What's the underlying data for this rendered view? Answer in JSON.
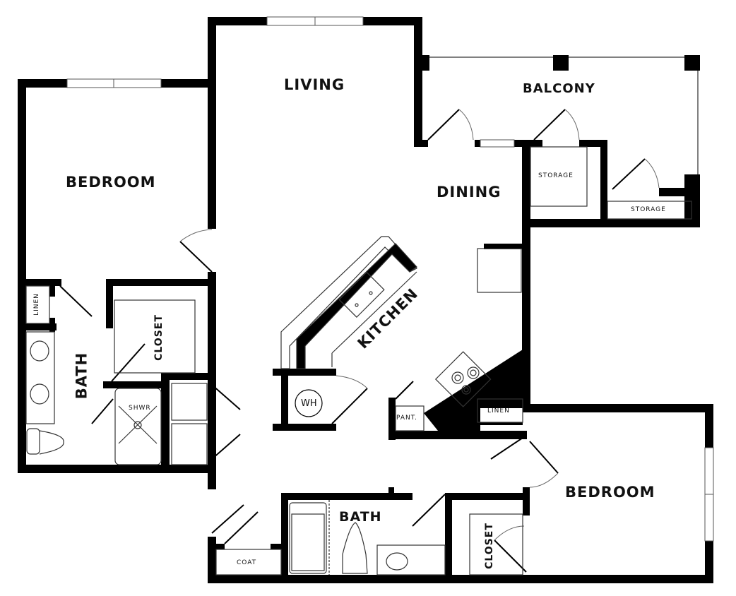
{
  "plan": {
    "type": "apartment floor plan",
    "colors": {
      "wall": "#000000",
      "background": "#ffffff",
      "fixture_line": "#333333"
    },
    "rooms": {
      "living": "LIVING",
      "balcony": "BALCONY",
      "bedroom_left": "BEDROOM",
      "dining": "DINING",
      "storage_1": "STORAGE",
      "storage_2": "STORAGE",
      "kitchen": "KITCHEN",
      "bath_left": "BATH",
      "closet_left": "CLOSET",
      "linen_left": "LINEN",
      "shower": "SHWR",
      "water_heater": "WH",
      "pantry": "PANT.",
      "linen_right": "LINEN",
      "bedroom_right": "BEDROOM",
      "bath_bottom": "BATH",
      "closet_right": "CLOSET",
      "coat": "COAT"
    }
  }
}
